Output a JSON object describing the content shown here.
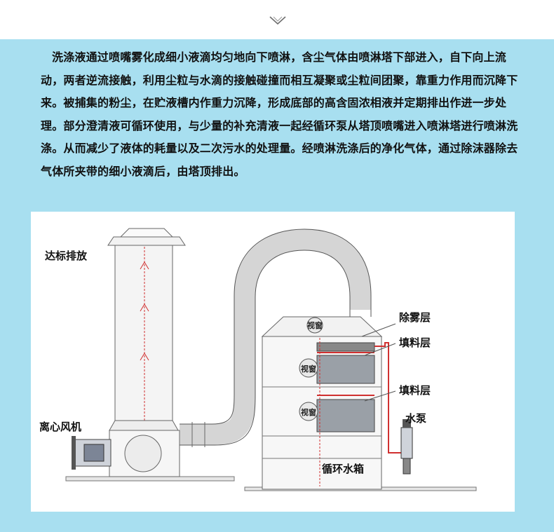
{
  "intro": {
    "text": "洗涤液通过喷嘴雾化成细小液滴均匀地向下喷淋，含尘气体由喷淋塔下部进入，自下向上流动，两者逆流接触，利用尘粒与水滴的接触碰撞而相互凝聚或尘粒间团聚，靠重力作用而沉降下来。被捕集的粉尘，在贮液槽内作重力沉降，形成底部的高含固浓相液并定期排出作进一步处理。部分澄清液可循环使用，与少量的补充清液一起经循环泵从塔顶喷嘴进入喷淋塔进行喷淋洗涤。从而减少了液体的耗量以及二次污水的处理量。经喷淋洗涤后的净化气体，通过除沫器除去气体所夹带的细小液滴后，由塔顶排出。"
  },
  "diagram": {
    "labels": {
      "exhaust": "达标排放",
      "fan": "离心风机",
      "demister": "除雾层",
      "packing_upper": "填料层",
      "packing_lower": "填料层",
      "pump": "水泵",
      "tank": "循环水箱",
      "window_top": "视窗",
      "window_mid": "视窗",
      "window_low": "视窗"
    }
  },
  "colors": {
    "panel": "#a8dff0",
    "pipe_line": "#d03030",
    "outline": "#555555"
  },
  "icons": {
    "top": "chevron-down-icon"
  }
}
